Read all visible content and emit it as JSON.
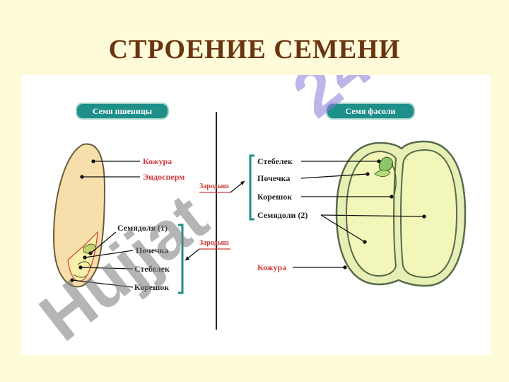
{
  "title": "СТРОЕНИЕ СЕМЕНИ",
  "wheat": {
    "badge": "Семя пшеницы",
    "labels": {
      "kozhura": "Кожура",
      "endosperm": "Эндосперм",
      "semyadolya": "Семядоля (1)",
      "pochechka": "Почечка",
      "stebelek": "Стебелек",
      "koreshok": "Корешок"
    }
  },
  "bean": {
    "badge": "Семя фасоли",
    "labels": {
      "stebelek": "Стебелек",
      "pochechka": "Почечка",
      "koreshok": "Корешок",
      "semyadoli": "Семядоли (2)",
      "kozhura": "Кожура"
    }
  },
  "center": {
    "zarodysh_top": "Зародыш",
    "zarodysh_bottom": "Зародыш"
  },
  "watermark": {
    "text": "Hujjat",
    "number": "24"
  },
  "colors": {
    "title": "#6b3410",
    "badge_bg": "#1f8f8a",
    "accent_red": "#d23a3a",
    "wheat_fill": "#f6dfaa",
    "bean_fill": "#f2f6b8",
    "bracket": "#1f8f8a"
  }
}
